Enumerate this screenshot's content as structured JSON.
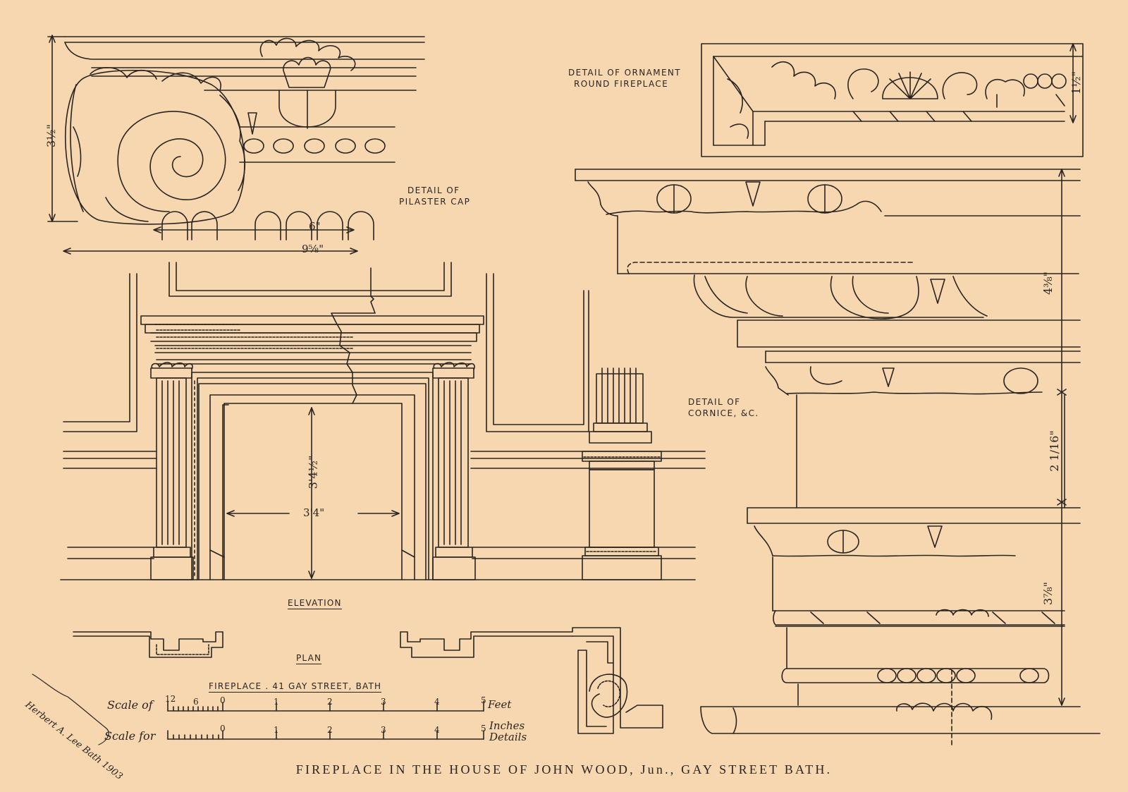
{
  "labels": {
    "pilaster_cap": [
      "DETAIL OF",
      "PILASTER CAP"
    ],
    "ornament": [
      "DETAIL OF ORNAMENT",
      "ROUND FIREPLACE"
    ],
    "cornice": [
      "DETAIL OF",
      "CORNICE, &C."
    ],
    "elevation": "ELEVATION",
    "plan": "PLAN",
    "fireplace_title": "FIREPLACE . 41 GAY STREET, BATH"
  },
  "dimensions": {
    "cap_height": "3½\"",
    "cap_width_inner": "6\"",
    "cap_width_outer": "9⅝\"",
    "opening_height": "3'4½\"",
    "opening_width": "3'4\"",
    "ornament_height": "1½\"",
    "cornice_upper": "4⅜\"",
    "cornice_middle": "2 1/16\"",
    "cornice_lower": "3⅞\""
  },
  "scales": {
    "feet_label": "Scale of",
    "feet_unit": "Feet",
    "feet_ticks": [
      "12",
      "6",
      "0",
      "1",
      "2",
      "3",
      "4",
      "5"
    ],
    "details_label": "Scale for",
    "details_unit": "Inches Details",
    "details_ticks": [
      "0",
      "1",
      "2",
      "3",
      "4",
      "5"
    ]
  },
  "signature": "Herbert A. Lee Bath 1903",
  "caption": "FIREPLACE IN THE HOUSE OF JOHN WOOD, Jun., GAY STREET BATH."
}
